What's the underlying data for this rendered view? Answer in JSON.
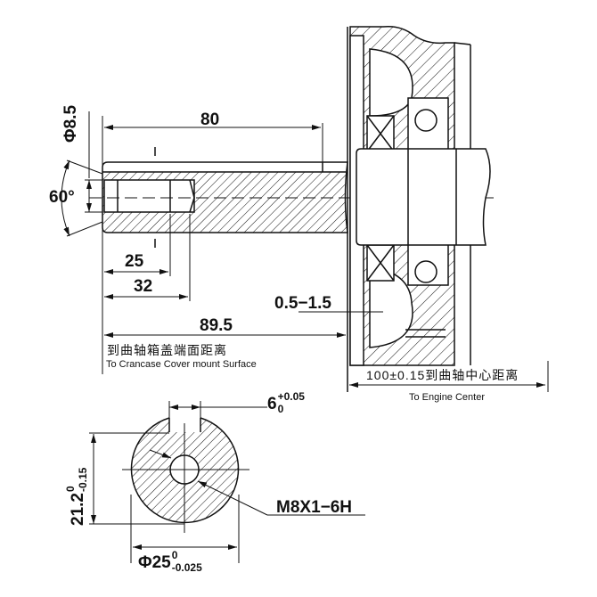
{
  "drawing": {
    "dims": {
      "length_80": "80",
      "dia_8_5": "Φ8.5",
      "angle_60": "60°",
      "depth_25": "25",
      "depth_32": "32",
      "gap": "0.5−1.5",
      "length_89_5": "89.5",
      "center_dist": "100±0.15到曲轴中心距离",
      "key_width": "6",
      "key_width_tol_upper": "+0.05",
      "key_width_tol_lower": "0",
      "height_21_2": "21.2",
      "height_tol_upper": "0",
      "height_tol_lower": "-0.15",
      "thread": "M8X1−6H",
      "dia_25": "Φ25",
      "dia_25_tol_upper": "0",
      "dia_25_tol_lower": "-0.025"
    },
    "notes": {
      "crankcase_cn": "到曲轴箱盖端面距离",
      "crankcase_en": "To Crancase Cover mount Surface",
      "engine_center_en": "To Engine Center"
    }
  }
}
